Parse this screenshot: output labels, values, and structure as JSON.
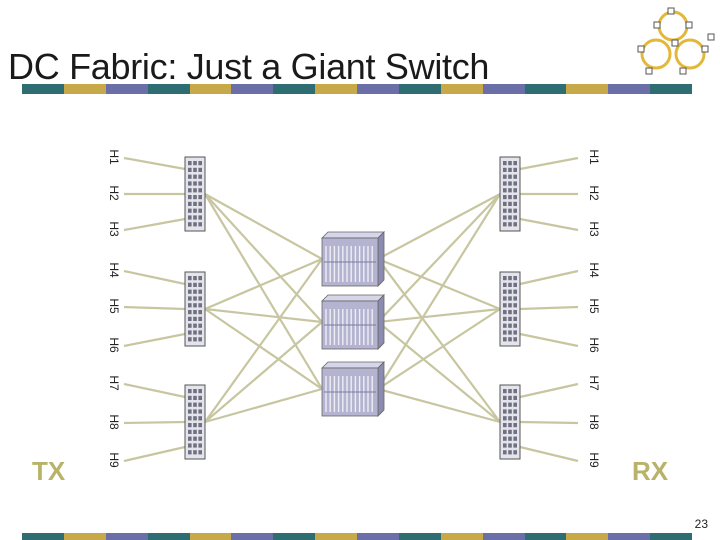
{
  "slide": {
    "title": "DC Fabric: Just a Giant Switch",
    "tx_label": "TX",
    "rx_label": "RX",
    "page_number": "23"
  },
  "hosts_left": [
    "H1",
    "H2",
    "H3",
    "H4",
    "H5",
    "H6",
    "H7",
    "H8",
    "H9"
  ],
  "hosts_right": [
    "H1",
    "H2",
    "H3",
    "H4",
    "H5",
    "H6",
    "H7",
    "H8",
    "H9"
  ],
  "colors": {
    "bar": [
      "#2e6e73",
      "#c8a94a",
      "#6b6fa8",
      "#2e6e73",
      "#c8a94a",
      "#6b6fa8",
      "#2e6e73",
      "#c8a94a",
      "#6b6fa8",
      "#2e6e73",
      "#c8a94a",
      "#6b6fa8",
      "#2e6e73",
      "#c8a94a",
      "#6b6fa8",
      "#2e6e73"
    ],
    "link": "#c8c6a0",
    "tx_rx": "#b9b36a",
    "switch_body": "#b4b4d0"
  }
}
